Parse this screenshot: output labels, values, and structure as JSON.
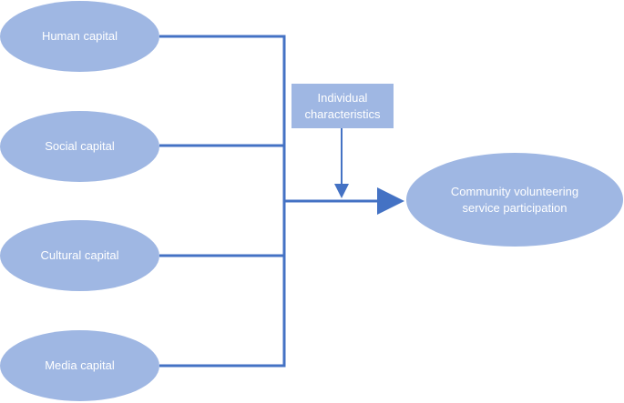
{
  "diagram": {
    "colors": {
      "node_fill": "#9fb7e3",
      "node_text": "#ffffff",
      "connector": "#4472c4"
    },
    "nodes": [
      {
        "id": "human-capital",
        "label": "Human capital",
        "shape": "ellipse"
      },
      {
        "id": "social-capital",
        "label": "Social capital",
        "shape": "ellipse"
      },
      {
        "id": "cultural-capital",
        "label": "Cultural capital",
        "shape": "ellipse"
      },
      {
        "id": "media-capital",
        "label": "Media capital",
        "shape": "ellipse"
      },
      {
        "id": "individual-characteristics",
        "label": "Individual\ncharacteristics",
        "shape": "rectangle"
      },
      {
        "id": "community-volunteering",
        "label": "Community volunteering\nservice participation",
        "shape": "ellipse"
      }
    ],
    "edges": [
      {
        "from": "human-capital",
        "to": "community-volunteering"
      },
      {
        "from": "social-capital",
        "to": "community-volunteering"
      },
      {
        "from": "cultural-capital",
        "to": "community-volunteering"
      },
      {
        "from": "media-capital",
        "to": "community-volunteering"
      },
      {
        "from": "individual-characteristics",
        "to": "community-volunteering"
      }
    ]
  }
}
